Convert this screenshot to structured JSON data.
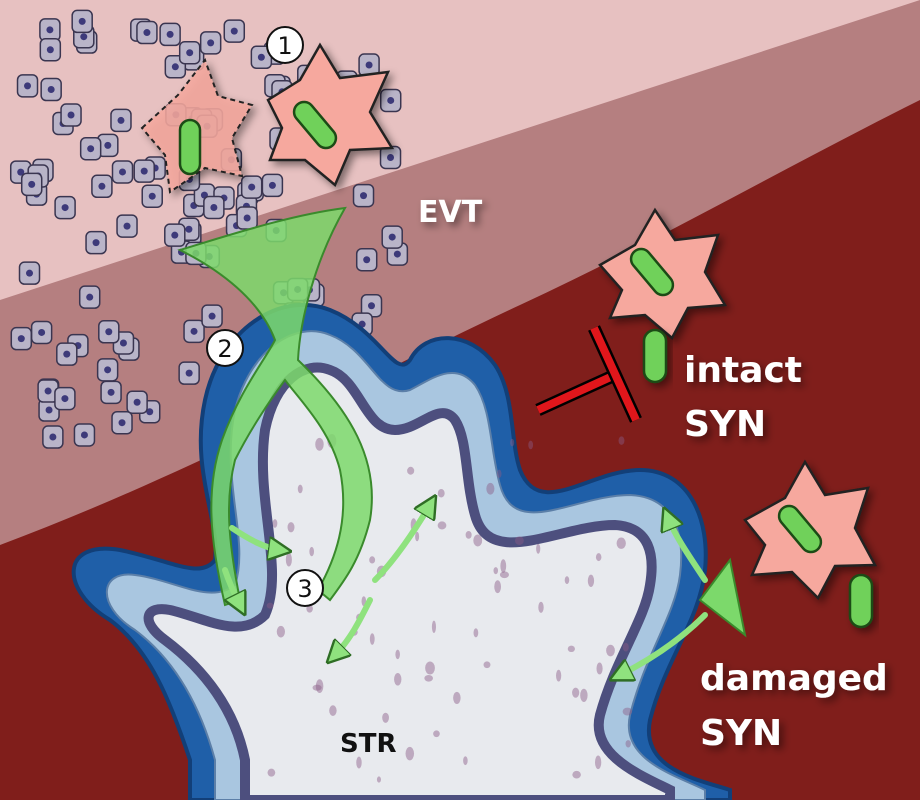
{
  "labels": {
    "evt": "EVT",
    "intact_line1": "intact",
    "intact_line2": "SYN",
    "damaged_line1": "damaged",
    "damaged_line2": "SYN",
    "str": "STR"
  },
  "steps": [
    "1",
    "2",
    "3"
  ],
  "colors": {
    "decidua_light": "#e7c1c1",
    "decidua_mid": "#b57f80",
    "blood": "#801e1b",
    "syncytium": "#1f5fa8",
    "cytotrophoblast": "#a9c6e0",
    "stroma": "#e8eaee",
    "villous_core_edge": "#4d4f7e",
    "bacteria_cell": "#f6a89e",
    "bacterium": "#6fd15a",
    "evt_cells": "#b9b4c8",
    "green_pathway": "#7cd96b",
    "block": "#e0161b"
  }
}
